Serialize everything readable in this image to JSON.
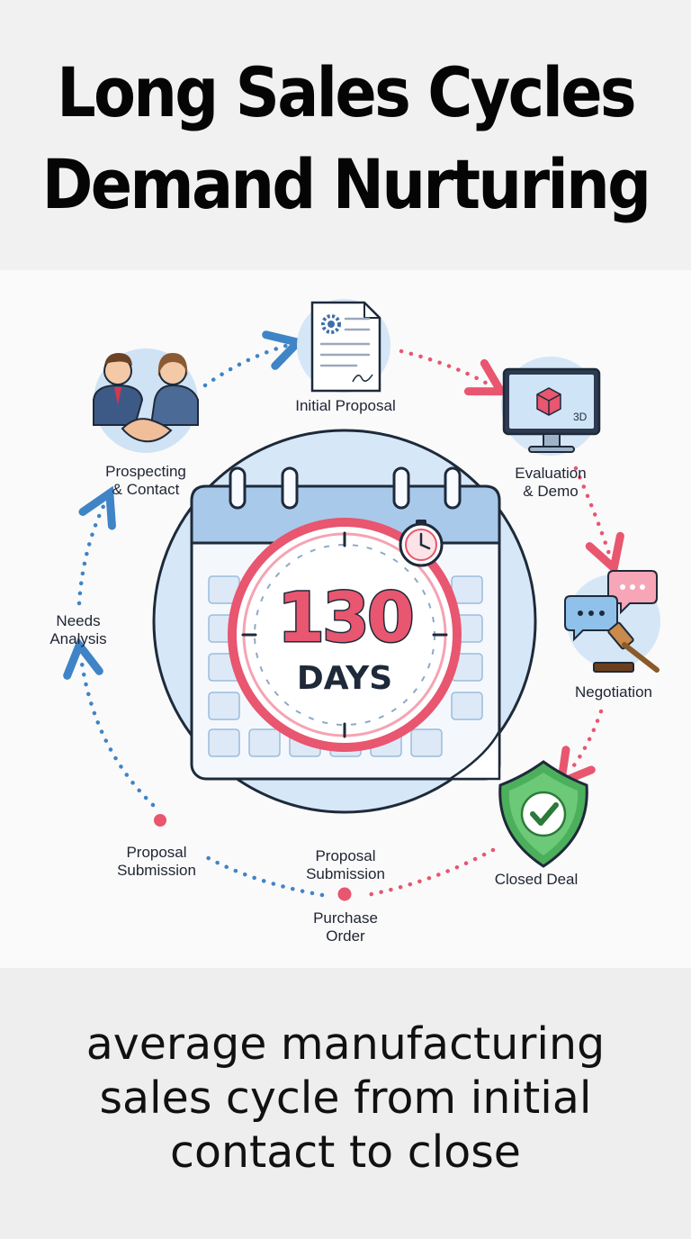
{
  "title": {
    "line1": "Long Sales Cycles",
    "line2": "Demand Nurturing"
  },
  "center": {
    "number": "130",
    "unit": "DAYS"
  },
  "stages": {
    "prospecting": {
      "line1": "Prospecting",
      "line2": "& Contact"
    },
    "initial_proposal": {
      "line1": "Initial Proposal"
    },
    "evaluation": {
      "line1": "Evaluation",
      "line2": "& Demo"
    },
    "negotiation": {
      "line1": "Negotiation"
    },
    "closed_deal": {
      "line1": "Closed Deal"
    },
    "proposal_submission_center": {
      "line1": "Proposal",
      "line2": "Submission"
    },
    "purchase_order": {
      "line1": "Purchase",
      "line2": "Order"
    },
    "proposal_submission_left": {
      "line1": "Proposal",
      "line2": "Submission"
    },
    "needs_analysis": {
      "line1": "Needs",
      "line2": "Analysis"
    }
  },
  "monitor_badge": "3D",
  "caption": {
    "line1": "average manufacturing",
    "line2": "sales cycle from initial",
    "line3": "contact to close"
  },
  "colors": {
    "accent_red": "#e8566f",
    "accent_blue": "#3f84c6",
    "calendar_blue": "#a9c9ea",
    "shield_green": "#3a9b4c"
  },
  "icons": [
    "handshake-icon",
    "document-gear-icon",
    "monitor-3d-icon",
    "speech-bubbles-gavel-icon",
    "shield-check-icon",
    "calendar-icon",
    "clock-icon"
  ]
}
